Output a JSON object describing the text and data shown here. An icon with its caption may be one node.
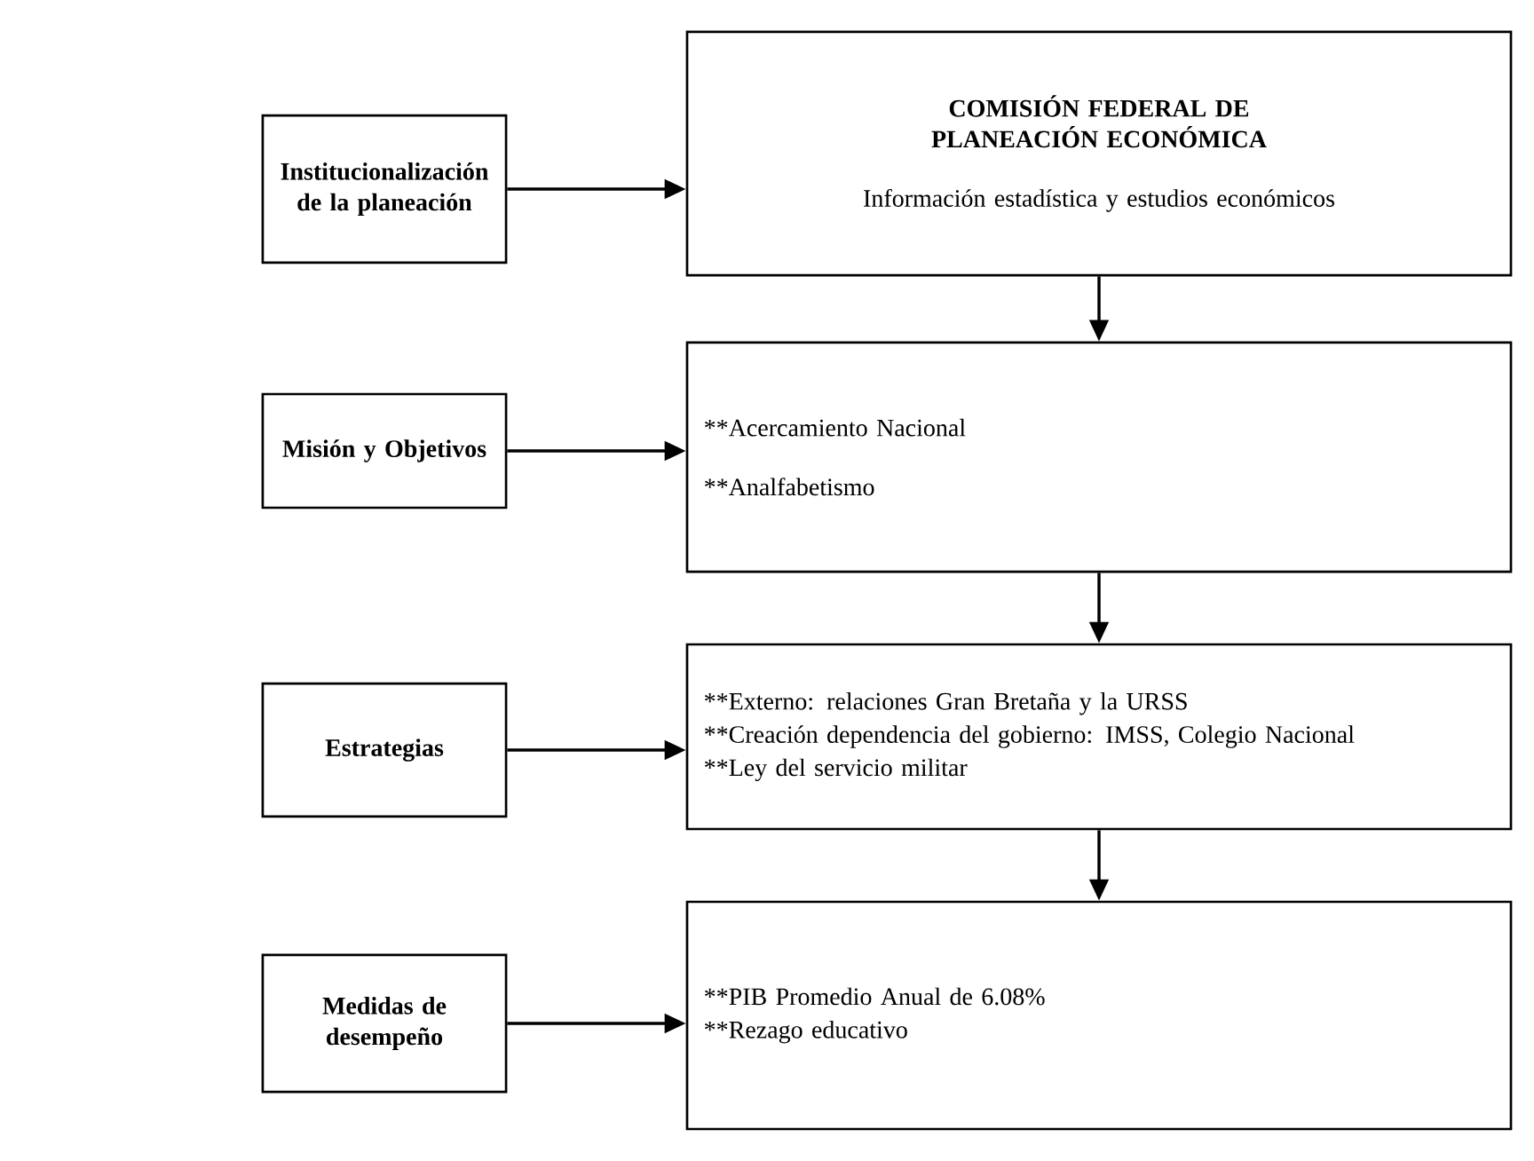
{
  "diagram": {
    "nodes": [
      {
        "text": [
          "Institucionalización de la planeación"
        ]
      },
      {
        "text": [
          "COMISIÓN FEDERAL DE PLANEACIÓN ECONÓMICA",
          "Información estadística y estudios económicos"
        ]
      },
      {
        "text": [
          "Misión y Objetivos"
        ]
      },
      {
        "text": [
          "**Acercamiento Nacional",
          "**Analfabetismo"
        ]
      },
      {
        "text": [
          "Estrategias"
        ]
      },
      {
        "text": [
          "**Externo: relaciones Gran Bretaña y la URSS",
          "**Creación dependencia del gobierno: IMSS, Colegio Nacional",
          "**Ley del servicio militar"
        ]
      },
      {
        "text": [
          "Medidas de desempeño"
        ]
      },
      {
        "text": [
          "**PIB Promedio Anual de 6.08%",
          "**Rezago educativo"
        ]
      }
    ],
    "edges": [
      {
        "from": 0,
        "to": 1,
        "arrow": "to"
      },
      {
        "from": 1,
        "to": 3,
        "arrow": "to"
      },
      {
        "from": 2,
        "to": 3,
        "arrow": "to"
      },
      {
        "from": 3,
        "to": 5,
        "arrow": "to"
      },
      {
        "from": 4,
        "to": 5,
        "arrow": "to"
      },
      {
        "from": 5,
        "to": 7,
        "arrow": "to"
      },
      {
        "from": 6,
        "to": 7,
        "arrow": "to"
      }
    ]
  }
}
